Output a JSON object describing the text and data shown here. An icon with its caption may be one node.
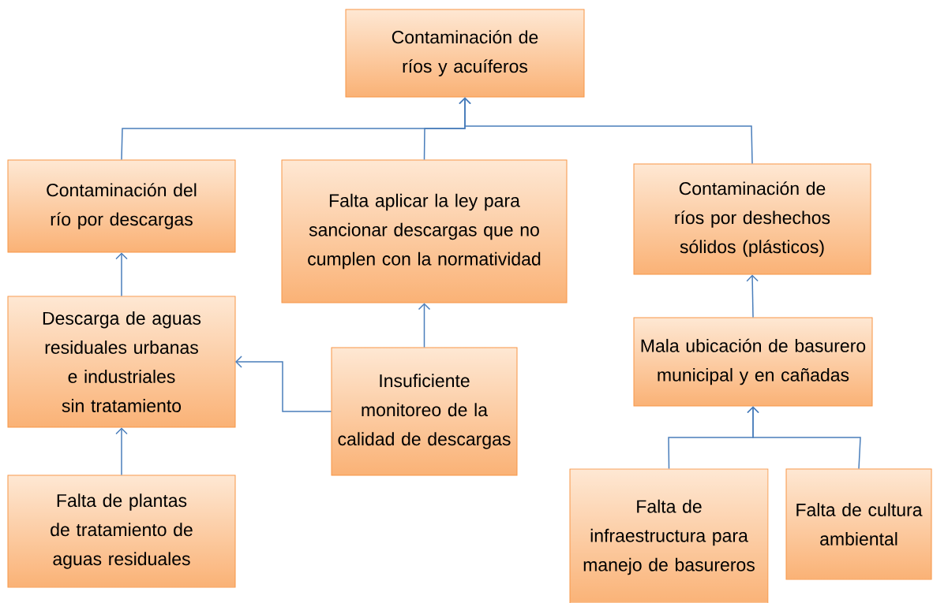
{
  "diagram": {
    "nodes": [
      {
        "text": [
          "Contaminación de ríos y acuíferos"
        ]
      },
      {
        "text": [
          "Contaminación del río por descargas"
        ]
      },
      {
        "text": [
          "Falta aplicar la ley para sancionar descargas que no cumplen con la normatividad"
        ]
      },
      {
        "text": [
          "Contaminación de ríos por deshechos sólidos (plásticos)"
        ]
      },
      {
        "text": [
          "Descarga de aguas residuales urbanas e industriales sin tratamiento"
        ]
      },
      {
        "text": [
          "Insuficiente monitoreo de la calidad de descargas"
        ]
      },
      {
        "text": [
          "Mala ubicación de basurero municipal y en cañadas"
        ]
      },
      {
        "text": [
          "Falta de plantas de tratamiento de aguas residuales"
        ]
      },
      {
        "text": [
          "Falta de infraestructura para manejo de basureros"
        ]
      },
      {
        "text": [
          "Falta de cultura ambiental"
        ]
      }
    ],
    "edges": [
      {
        "from": 1,
        "to": 0,
        "arrow": "to"
      },
      {
        "from": 2,
        "to": 0,
        "arrow": "to"
      },
      {
        "from": 3,
        "to": 0,
        "arrow": "to"
      },
      {
        "from": 4,
        "to": 1,
        "arrow": "to"
      },
      {
        "from": 5,
        "to": 2,
        "arrow": "to"
      },
      {
        "from": 5,
        "to": 4,
        "arrow": "to"
      },
      {
        "from": 6,
        "to": 3,
        "arrow": "to"
      },
      {
        "from": 7,
        "to": 4,
        "arrow": "to"
      },
      {
        "from": 8,
        "to": 6,
        "arrow": "to"
      },
      {
        "from": 9,
        "to": 6,
        "arrow": "to"
      }
    ]
  }
}
